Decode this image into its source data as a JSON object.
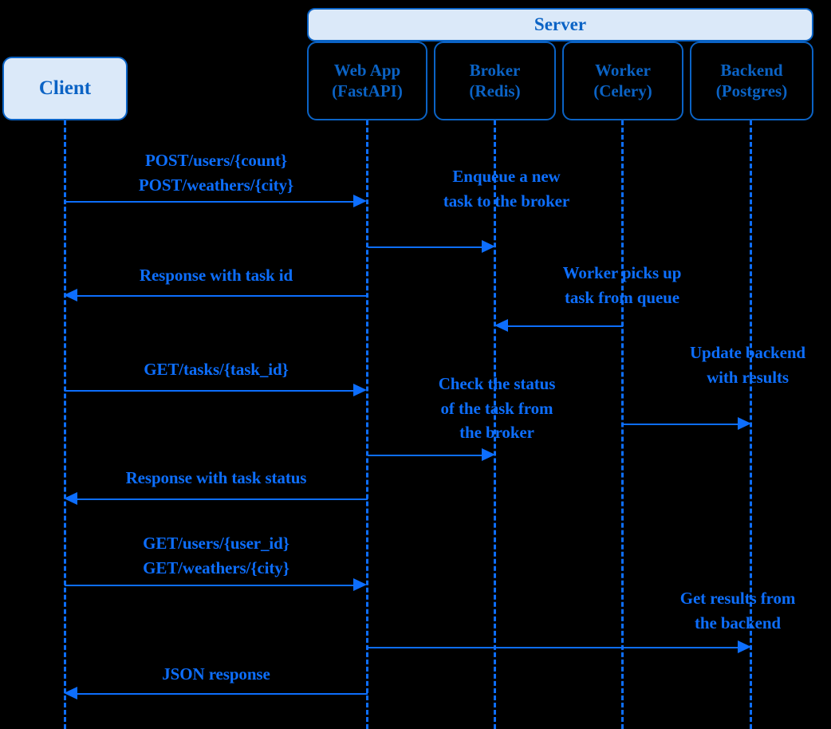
{
  "diagram": {
    "title": "Celery FastAPI task flow sequence diagram",
    "colors": {
      "background": "#000000",
      "box_fill": "#dbe9f9",
      "box_border": "#0b63c5",
      "box_text": "#0b63c5",
      "message_text": "#0d6efd",
      "lifeline": "#0d6efd",
      "arrow": "#0d6efd"
    },
    "group_box": {
      "label": "Server"
    },
    "participants": [
      {
        "id": "client",
        "label": "Client",
        "sublabel": "",
        "filled": true
      },
      {
        "id": "webapp",
        "label": "Web App",
        "sublabel": "(FastAPI)",
        "filled": false
      },
      {
        "id": "broker",
        "label": "Broker",
        "sublabel": "(Redis)",
        "filled": false
      },
      {
        "id": "worker",
        "label": "Worker",
        "sublabel": "(Celery)",
        "filled": false
      },
      {
        "id": "backend",
        "label": "Backend",
        "sublabel": "(Postgres)",
        "filled": false
      }
    ],
    "messages": [
      {
        "id": "m1",
        "from": "client",
        "to": "webapp",
        "direction": "right",
        "label": "POST/users/{count}\nPOST/weathers/{city}"
      },
      {
        "id": "m2",
        "from": "webapp",
        "to": "broker",
        "direction": "right",
        "label": "Enqueue a new\ntask to the broker"
      },
      {
        "id": "m3",
        "from": "webapp",
        "to": "client",
        "direction": "left",
        "label": "Response with task id"
      },
      {
        "id": "m4",
        "from": "worker",
        "to": "broker",
        "direction": "left",
        "label": "Worker picks up\ntask from queue"
      },
      {
        "id": "m5",
        "from": "client",
        "to": "webapp",
        "direction": "right",
        "label": "GET/tasks/{task_id}"
      },
      {
        "id": "m6",
        "from": "worker",
        "to": "backend",
        "direction": "right",
        "label": "Update backend\nwith results"
      },
      {
        "id": "m7",
        "from": "webapp",
        "to": "broker",
        "direction": "right",
        "label": "Check the status\nof the task from\nthe broker"
      },
      {
        "id": "m8",
        "from": "webapp",
        "to": "client",
        "direction": "left",
        "label": "Response with task status"
      },
      {
        "id": "m9",
        "from": "client",
        "to": "webapp",
        "direction": "right",
        "label": "GET/users/{user_id}\nGET/weathers/{city}"
      },
      {
        "id": "m10",
        "from": "webapp",
        "to": "backend",
        "direction": "right",
        "label": "Get results from\nthe backend"
      },
      {
        "id": "m11",
        "from": "webapp",
        "to": "client",
        "direction": "left",
        "label": "JSON response"
      }
    ]
  }
}
